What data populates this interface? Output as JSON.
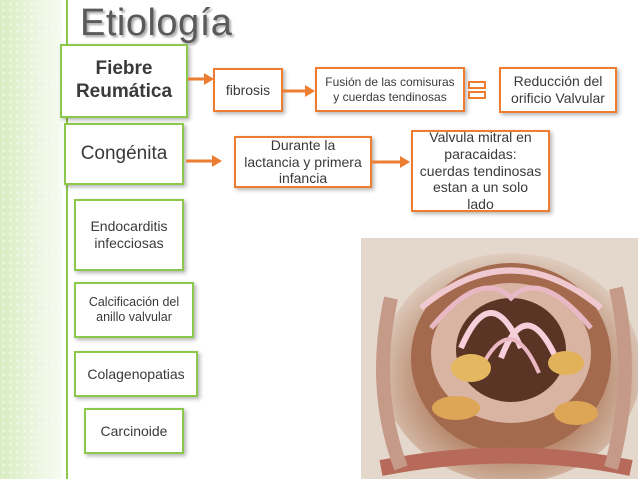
{
  "title": "Etiología",
  "causes": {
    "fiebre_reumatica": "Fiebre\nReumática",
    "congenita": "Congénita",
    "endocarditis": "Endocarditis infecciosas",
    "calcificacion": "Calcificación del anillo valvular",
    "colagenopatias": "Colagenopatias",
    "carcinoide": "Carcinoide"
  },
  "flow_rheumatic": {
    "fibrosis": "fibrosis",
    "fusion": "Fusión de las comisuras y cuerdas tendinosas",
    "reduccion": "Reducción del orificio Valvular"
  },
  "flow_congenital": {
    "durante": "Durante la lactancia y primera infancia",
    "valvula": "Valvula mitral en paracaidas: cuerdas tendinosas estan a un solo lado"
  },
  "colors": {
    "green_border": "#8cc84b",
    "orange_border": "#ed7d31",
    "title_text": "#5a5a5a"
  },
  "icons": [
    "arrow-right-icon",
    "equivalence-icon"
  ]
}
